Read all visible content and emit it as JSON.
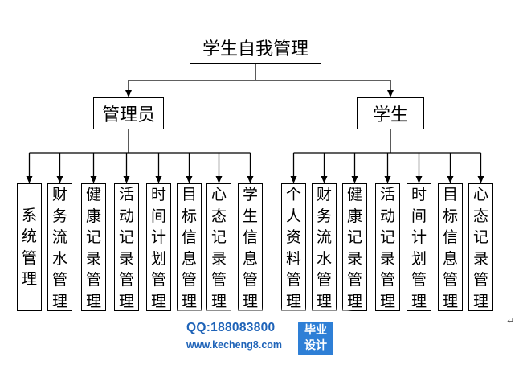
{
  "root": {
    "label": "学生自我管理"
  },
  "groups": [
    {
      "label": "管理员",
      "children": [
        "系统管理",
        "财务流水管理",
        "健康记录管理",
        "活动记录管理",
        "时间计划管理",
        "目标信息管理",
        "心态记录管理",
        "学生信息管理"
      ]
    },
    {
      "label": "学生",
      "children": [
        "个人资料管理",
        "财务流水管理",
        "健康记录管理",
        "活动记录管理",
        "时间计划管理",
        "目标信息管理",
        "心态记录管理"
      ]
    }
  ],
  "watermark": {
    "qq": "QQ:188083800",
    "url": "www.kecheng8.com",
    "badge_line1": "毕业",
    "badge_line2": "设计"
  },
  "paragraph_mark": "↵"
}
